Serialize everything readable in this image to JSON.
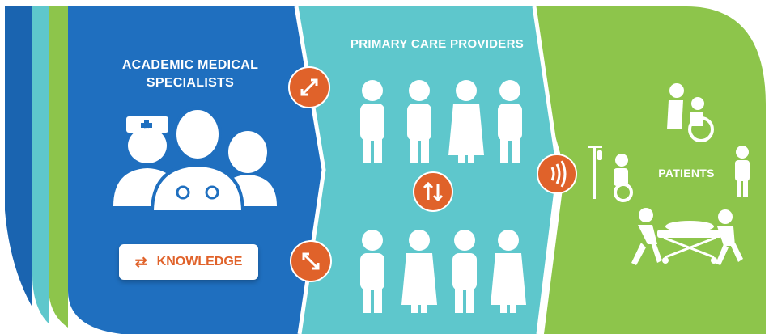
{
  "labels": {
    "academic": "ACADEMIC MEDICAL SPECIALISTS",
    "primary": "PRIMARY CARE PROVIDERS",
    "patients": "PATIENTS",
    "knowledge": "KNOWLEDGE"
  },
  "colors": {
    "blue": "#1f6fbf",
    "teal": "#5ec7cc",
    "green": "#8dc54b",
    "orange": "#e0622a",
    "white": "#ffffff"
  },
  "icons": {
    "knowledge_exchange": "double-arrow-icon",
    "top_connector": "diagonal-double-arrow-icon",
    "bottom_connector": "diagonal-double-arrow-icon",
    "vertical_connector": "up-down-arrows-icon",
    "patient_connector": "signal-waves-icon"
  }
}
